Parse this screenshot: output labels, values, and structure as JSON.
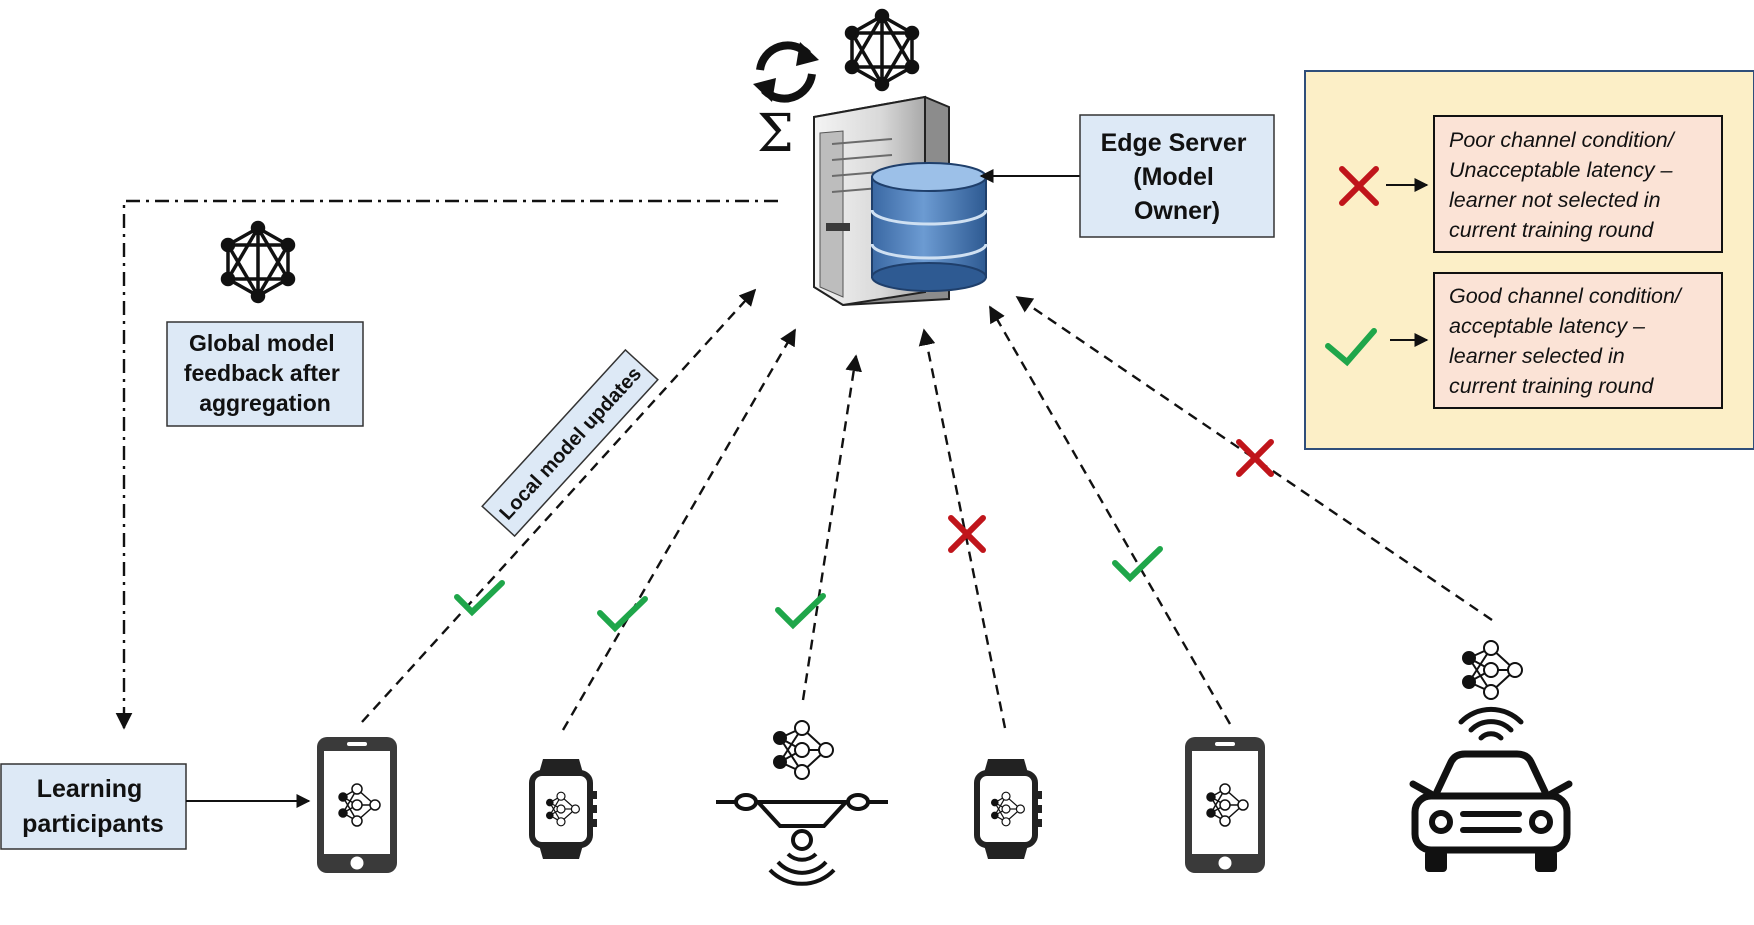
{
  "server_label": [
    "Edge Server",
    "(Model",
    "Owner)"
  ],
  "global_feedback_label": [
    "Global model",
    "feedback after",
    "aggregation"
  ],
  "local_updates_label": "Local model updates",
  "participants_label": [
    "Learning",
    "participants"
  ],
  "sigma_symbol": "Σ",
  "legend": {
    "poor": [
      "Poor channel condition/",
      "Unacceptable latency –",
      "learner not selected in",
      "current training round"
    ],
    "good": [
      "Good channel condition/",
      "acceptable latency –",
      "learner selected in",
      "current training round"
    ]
  },
  "colors": {
    "label_box_fill": "#dde9f6",
    "legend_panel_fill": "#fcefc7",
    "legend_panel_border": "#2f4e7a",
    "legend_item_fill": "#fbe3d6",
    "check": "#1fa64a",
    "cross": "#c0151b",
    "database": "#4a7bb5"
  },
  "participants": [
    {
      "device": "smartphone-icon",
      "status": "selected"
    },
    {
      "device": "smartwatch-icon",
      "status": "selected"
    },
    {
      "device": "drone-icon",
      "status": "selected"
    },
    {
      "device": "smartwatch-icon",
      "status": "not selected"
    },
    {
      "device": "smartphone-icon",
      "status": "selected"
    },
    {
      "device": "connected-car-icon",
      "status": "not selected"
    }
  ]
}
